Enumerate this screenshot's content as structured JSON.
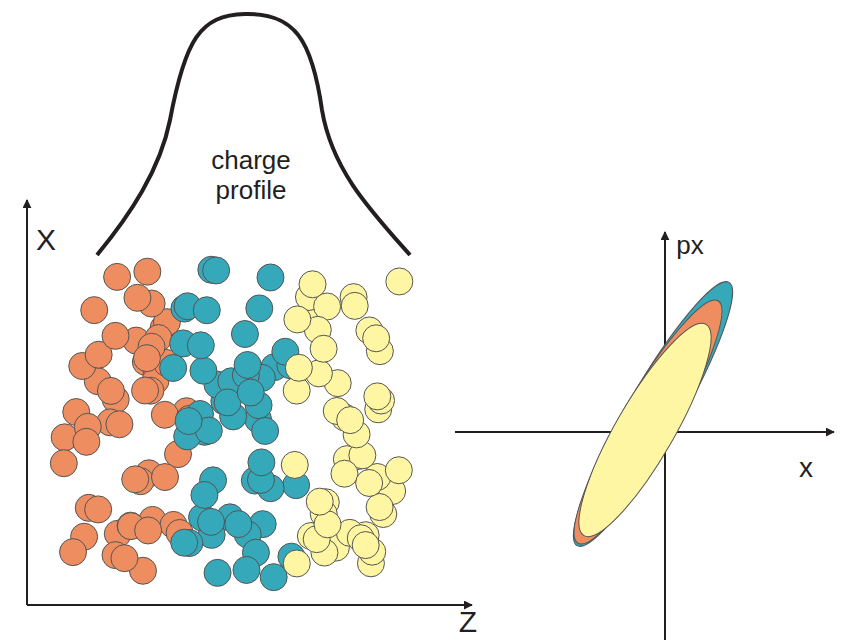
{
  "diagram": {
    "labels": [
      "charge profile",
      "X",
      "Z",
      "px",
      "x"
    ]
  }
}
